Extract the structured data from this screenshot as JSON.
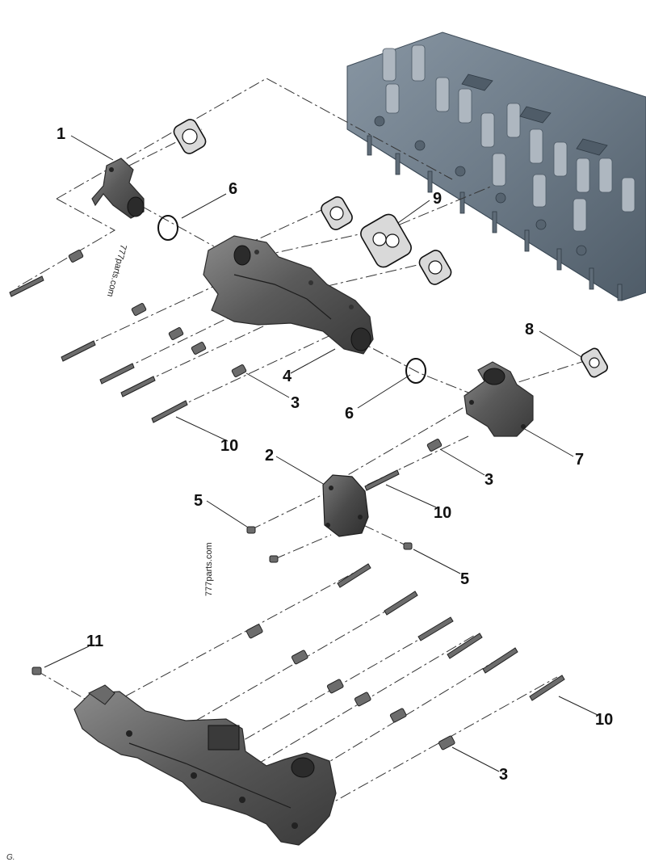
{
  "callouts": [
    {
      "label": "1"
    },
    {
      "label": "6"
    },
    {
      "label": "9"
    },
    {
      "label": "4"
    },
    {
      "label": "3"
    },
    {
      "label": "6"
    },
    {
      "label": "8"
    },
    {
      "label": "10"
    },
    {
      "label": "2"
    },
    {
      "label": "7"
    },
    {
      "label": "3"
    },
    {
      "label": "5"
    },
    {
      "label": "10"
    },
    {
      "label": "5"
    },
    {
      "label": "11"
    },
    {
      "label": "10"
    },
    {
      "label": "3"
    }
  ],
  "watermarks": {
    "top": "777parts.com",
    "middle": "777parts.com"
  },
  "corner_mark": "G."
}
